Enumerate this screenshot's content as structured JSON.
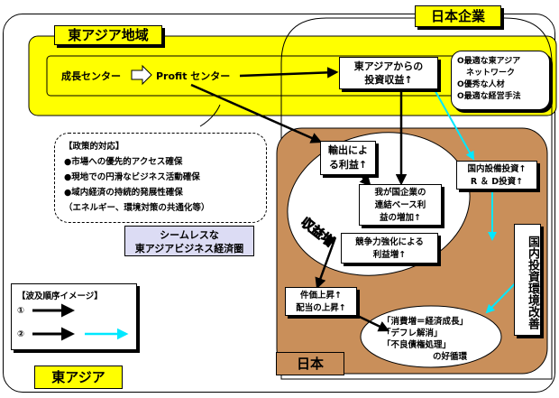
{
  "colors": {
    "yellow": "#ffff00",
    "brown": "#c98f5a",
    "cyan": "#00e8ff",
    "lavender": "#dcdcf4"
  },
  "regions": {
    "east_asia_region": "東アジア地域",
    "japanese_companies": "日本企業",
    "east_asia": "東アジア",
    "japan": "日本"
  },
  "flow": {
    "growth_center": "成長センター",
    "profit_center": "Profit センター"
  },
  "resources_bubble": {
    "items": [
      "O最適な東アジア",
      "ネットワーク",
      "O優秀な人材",
      "O最適な経営手法"
    ]
  },
  "policy_bubble": {
    "title": "【政策的対応】",
    "items": [
      "●市場への優先的アクセス確保",
      "●現地での円滑なビジネス活動確保",
      "●域内経済の持続的発展性確保",
      "（エネルギー、環境対策の共通化等）"
    ]
  },
  "seamless": {
    "line1": "シームレスな",
    "line2": "東アジアビジネス経済圏"
  },
  "boxes": {
    "investment_income": {
      "line1": "東アジアからの",
      "line2": "投資収益↑"
    },
    "export_profit": {
      "line1": "輸出によ",
      "line2": "る利益↑"
    },
    "consolidated_profit": {
      "line1": "我が国企業の",
      "line2": "連結ベース利",
      "line3": "益の増加↑"
    },
    "competitiveness": {
      "line1": "競争力強化による",
      "line2": "利益増↑"
    },
    "domestic_investment": {
      "line1": "国内設備投資↑",
      "line2": "R ＆ D投資↑"
    },
    "wages": {
      "line1": "件価上昇↑",
      "line2": "配当の上昇↑"
    },
    "domestic_env": {
      "text": "国内投資環境改善"
    },
    "virtuous_cycle": {
      "line1": "「消費増＝経済成長」",
      "line2": "「デフレ解消」",
      "line3": "「不良債権処理」",
      "line4": "の好循環"
    }
  },
  "revenue_label": "収益増",
  "legend": {
    "title": "【波及順序イメージ】",
    "row1": "①",
    "row2": "②"
  }
}
